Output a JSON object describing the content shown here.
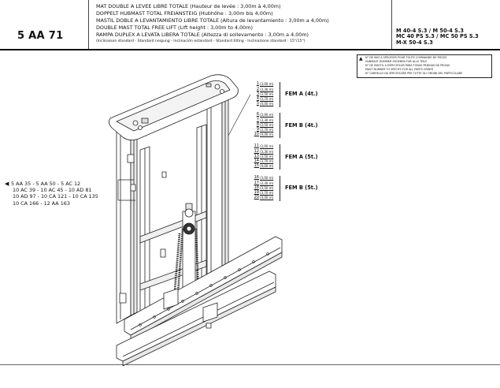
{
  "header": {
    "code": "5 AA 71",
    "titles": [
      "MAT DOUBLE A LEVEE LIBRE TOTALE (Hauteur de levée : 3,00m à 4,00m)",
      "DOPPELT HUBMAST TOTAL FREIANSTEIG (Hubhöhe : 3,00m bis 4,00m)",
      "MASTIL DOBLE A LEVANTAMIENTO LIBRE TOTALE (Altura de levantamiento : 3,00m a 4,00m)",
      "DOUBLE MAST TOTAL FREE LIFT (Lift height : 3,00m to 4,00m)",
      "RAMPA DUPLEX A LEVATA LIBERA TOTALE (Altezza di sollevamento : 3,00m a 4,00m)"
    ],
    "tilt_note": "(Inclinaison standard - Standard neigung - Inclinación estandard - Standard tilting - Inclinazione standard : 15°/15°)",
    "models": [
      "M 40-4 S.3 / M 50-4 S.3",
      "MC 40 PS S.3 / MC 50 PS S.3",
      "M-X 50-4 S.3"
    ]
  },
  "notice": {
    "icon": "warning-triangle-icon",
    "warn_glyph": "▲",
    "lines": [
      "N° DE MAT A SPECIFIER POUR TOUTE COMMANDE DE PIECES",
      "HUBMAST NUMMER ZUGEBEN FUR ALLE TEILE",
      "N° DE MASTIL A ESPECIFICAR PARA TODAS PEDIDAS DE PIEZAS",
      "MAST NUMBER TO SPECIFY FOR ALL PARTS ORDER",
      "N° CARRELLO DA SPECIFICARE PER TUTTE GLI ORDINI DEL PARTICOLARE"
    ]
  },
  "compatible": {
    "icon": "pointer-arrow-icon",
    "arrow_glyph": "◀",
    "lines": [
      "5 AA 35 - 5 AA 50 - 5 AC 12",
      "10 AC 39 - 10 AC 45 - 10 AD 81",
      "10 AD 97 - 10 CA 121 - 10 CA 135",
      "10 CA 166 - 12 AA 163"
    ]
  },
  "variants": [
    {
      "label": "FEM A (4t.)",
      "rows": [
        {
          "num": "1",
          "height": "(3,00 m)"
        },
        {
          "num": "2",
          "height": "(3,30 m)"
        },
        {
          "num": "3",
          "height": "(3,50 m)"
        },
        {
          "num": "4",
          "height": "(3,70 m)"
        },
        {
          "num": "5",
          "height": "(4,00 m)"
        }
      ]
    },
    {
      "label": "FEM B (4t.)",
      "rows": [
        {
          "num": "6",
          "height": "(3,00 m)"
        },
        {
          "num": "7",
          "height": "(3,30 m)"
        },
        {
          "num": "8",
          "height": "(3,50 m)"
        },
        {
          "num": "9",
          "height": "(3,70 m)"
        },
        {
          "num": "10",
          "height": "(4,00 m)"
        }
      ]
    },
    {
      "label": "FEM A (5t.)",
      "rows": [
        {
          "num": "11",
          "height": "(3,00 m)"
        },
        {
          "num": "12",
          "height": "(3,30 m)"
        },
        {
          "num": "13",
          "height": "(3,50 m)"
        },
        {
          "num": "14",
          "height": "(3,70 m)"
        },
        {
          "num": "15",
          "height": "(4,00 m)"
        }
      ]
    },
    {
      "label": "FEM B (5t.)",
      "rows": [
        {
          "num": "16",
          "height": "(3,00 m)"
        },
        {
          "num": "17",
          "height": "(3,30 m)"
        },
        {
          "num": "18",
          "height": "(3,50 m)"
        },
        {
          "num": "19",
          "height": "(3,70 m)"
        },
        {
          "num": "20",
          "height": "(4,00 m)"
        }
      ]
    }
  ]
}
